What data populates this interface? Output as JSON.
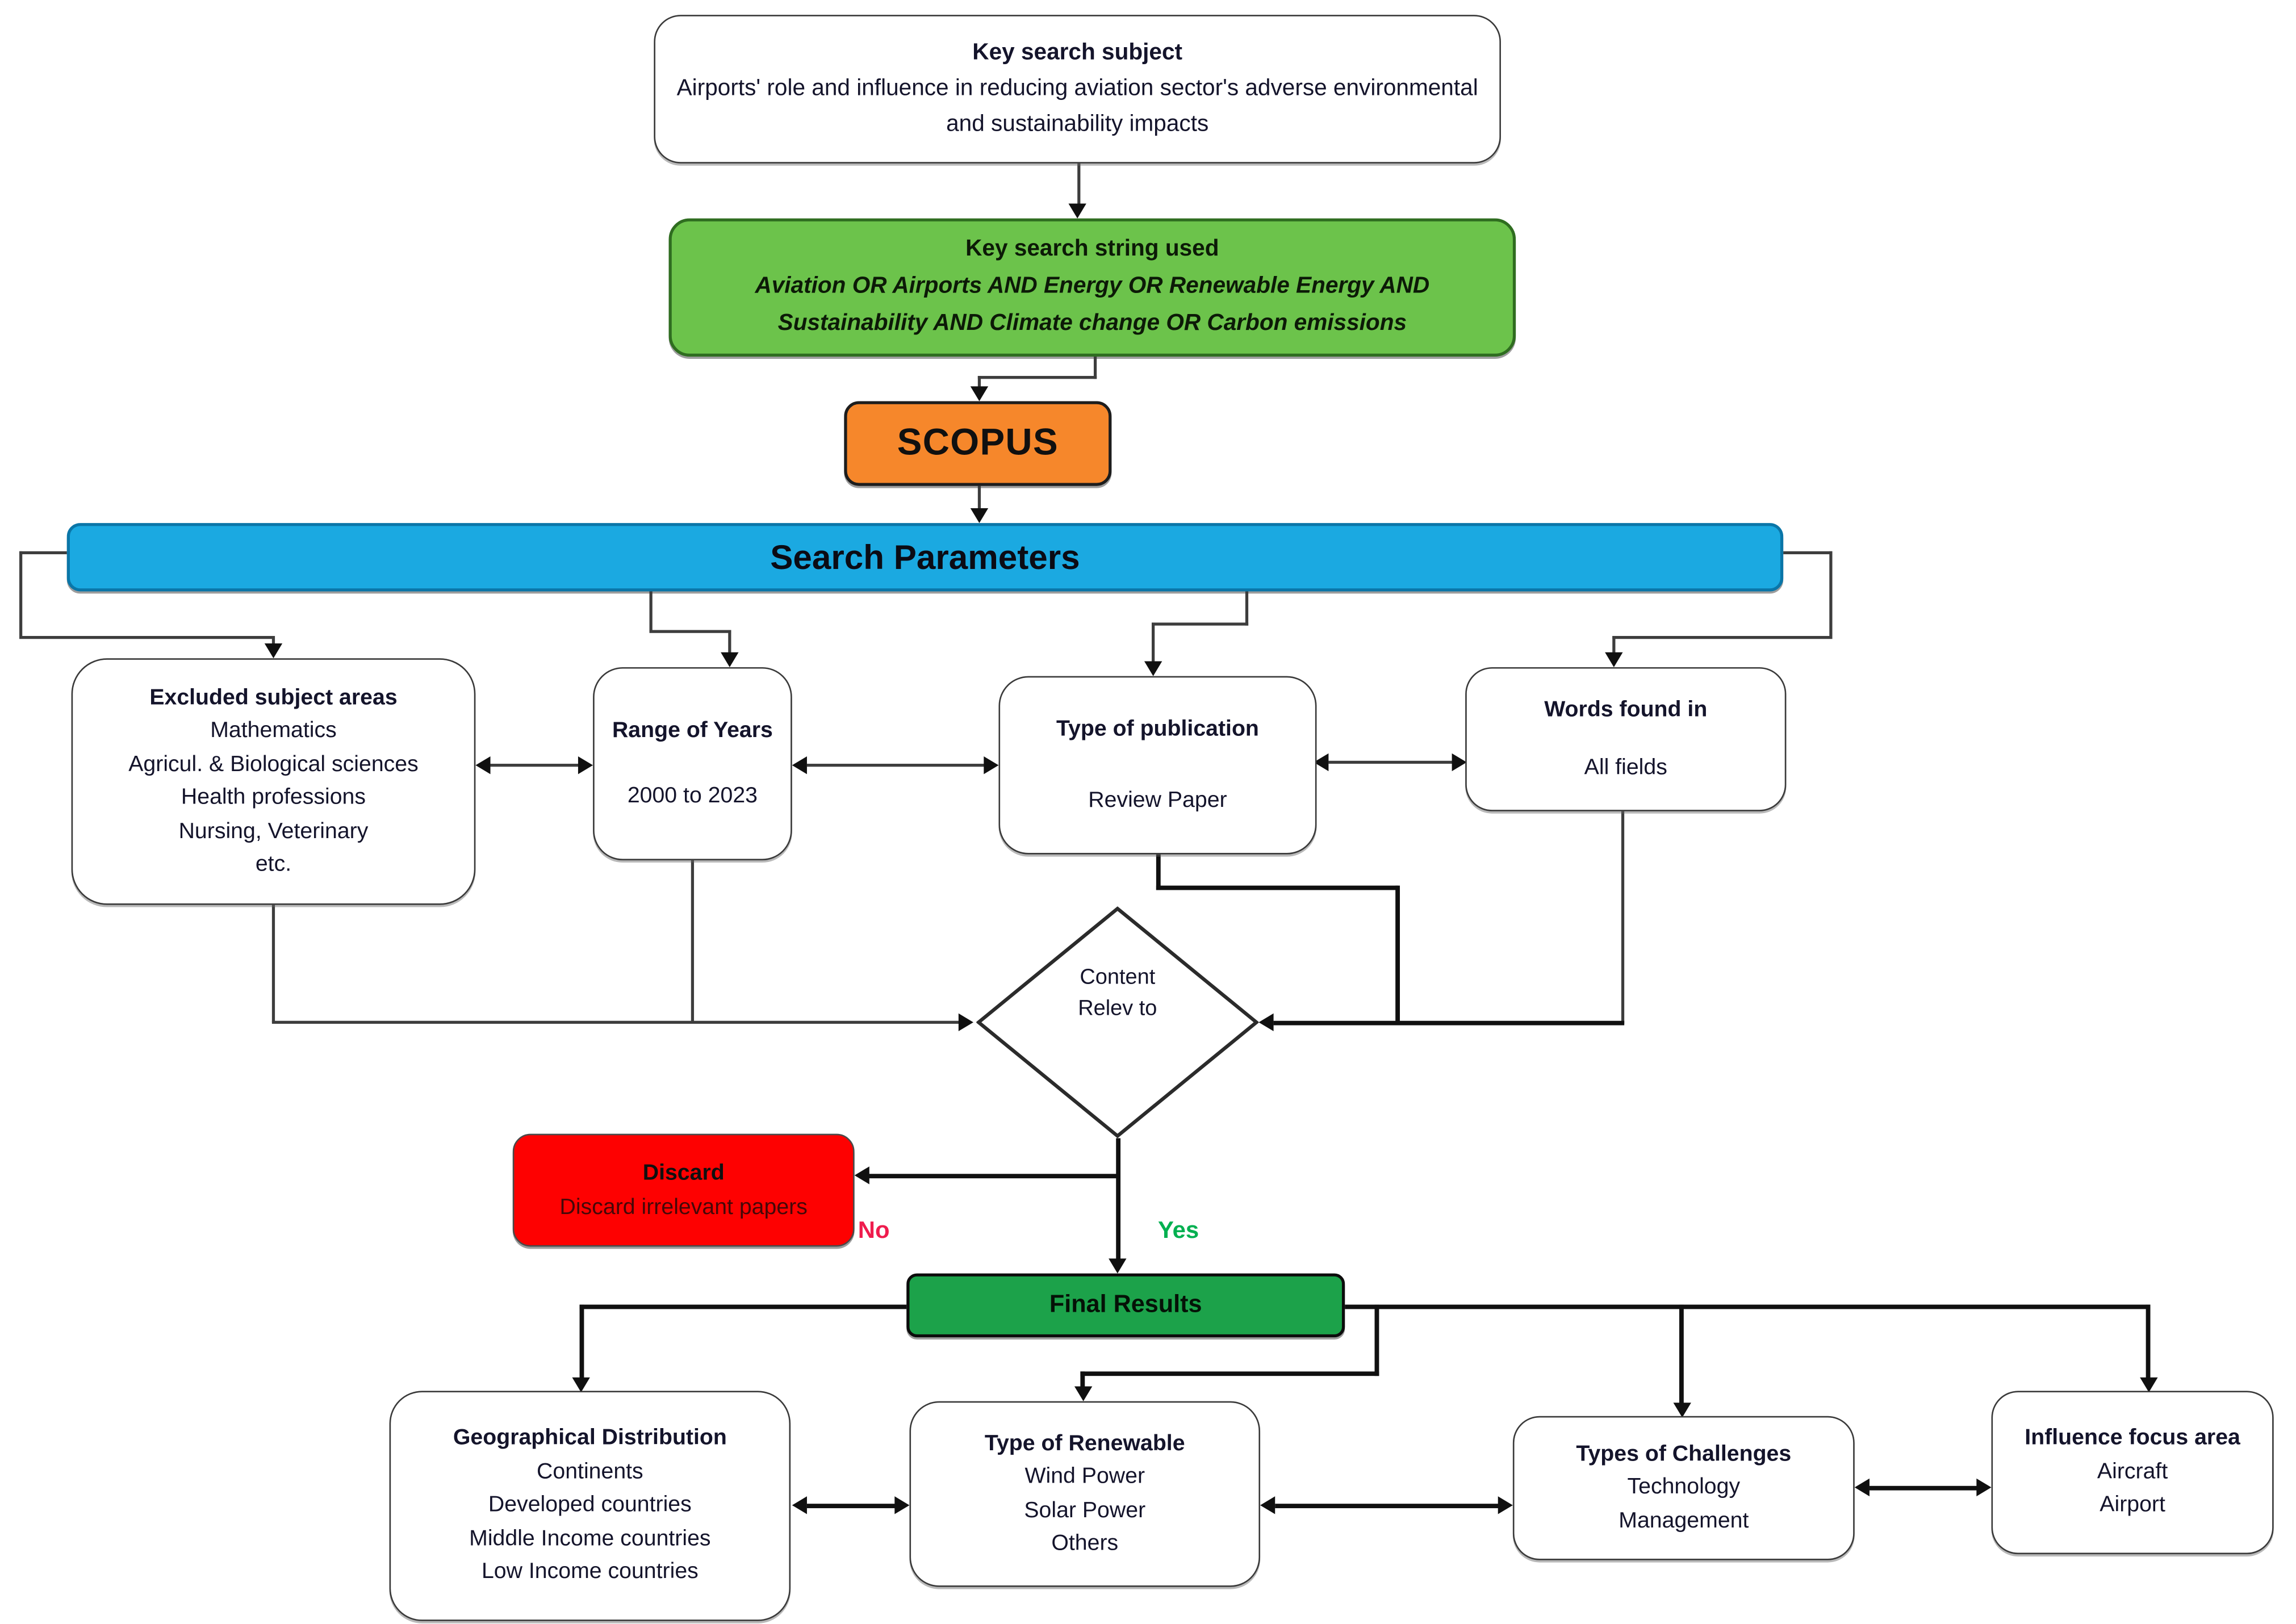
{
  "title": "Literature search methodology flowchart",
  "colors": {
    "string_box_green": "#6cc34b",
    "scopus_orange": "#f6872b",
    "parameters_blue": "#1ba9e1",
    "discard_red": "#fe0101",
    "final_results_green": "#1ca24a",
    "no_label_red": "#ef1c4d",
    "yes_label_green": "#00b050",
    "connector_dark": "#101010",
    "connector_gray": "#3d3d3d"
  },
  "nodes": {
    "key_subject": {
      "title": "Key search subject",
      "body": "Airports' role and influence in reducing aviation sector's adverse environmental and sustainability impacts"
    },
    "key_string": {
      "title": "Key search string used",
      "line1": "Aviation OR Airports AND Energy OR Renewable Energy AND",
      "line2": "Sustainability AND Climate change OR Carbon emissions"
    },
    "scopus": {
      "label": "SCOPUS"
    },
    "search_parameters": {
      "label": "Search Parameters"
    },
    "excluded": {
      "title": "Excluded subject areas",
      "lines": [
        "Mathematics",
        "Agricul. & Biological sciences",
        "Health professions",
        "Nursing, Veterinary",
        "etc."
      ]
    },
    "range_years": {
      "title": "Range of Years",
      "value": "2000 to 2023"
    },
    "type_publication": {
      "title": "Type of publication",
      "value": "Review Paper"
    },
    "words_found": {
      "title": "Words found in",
      "value": "All fields"
    },
    "decision": {
      "line1": "Content",
      "line2": "Relev to"
    },
    "discard": {
      "title": "Discard",
      "body": "Discard irrelevant papers"
    },
    "edge_labels": {
      "no": "No",
      "yes": "Yes"
    },
    "final_results": {
      "label": "Final Results"
    },
    "geographical": {
      "title": "Geographical Distribution",
      "lines": [
        "Continents",
        "Developed countries",
        "Middle Income countries",
        "Low Income countries"
      ]
    },
    "renewable": {
      "title": "Type of Renewable",
      "lines": [
        "Wind Power",
        "Solar Power",
        "Others"
      ]
    },
    "challenges": {
      "title": "Types of Challenges",
      "lines": [
        "Technology",
        "Management"
      ]
    },
    "influence": {
      "title": "Influence focus area",
      "lines": [
        "Aircraft",
        "Airport"
      ]
    }
  }
}
